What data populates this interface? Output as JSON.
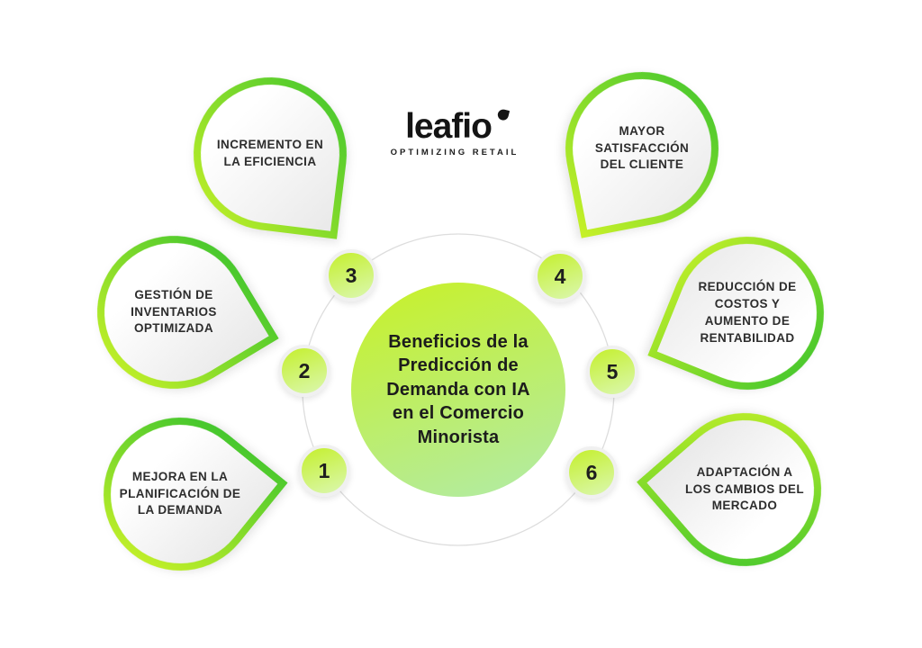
{
  "colors": {
    "lime": "#c8f128",
    "green": "#3cc42e",
    "center_fill_top": "#c7f12f",
    "center_fill_bottom": "#b2eba4",
    "ring_gray": "#dddddd",
    "text_dark": "#2d2d2d"
  },
  "logo": {
    "name": "leafio",
    "tagline": "OPTIMIZING RETAIL",
    "leaf_icon": "leaf-icon"
  },
  "center": {
    "title": "Beneficios de la\nPredicción de\nDemanda con IA\nen el Comercio\nMinorista"
  },
  "benefits": [
    {
      "number": "1",
      "label": "MEJORA EN LA\nPLANIFICACIÓN DE\nLA DEMANDA"
    },
    {
      "number": "2",
      "label": "GESTIÓN DE\nINVENTARIOS\nOPTIMIZADA"
    },
    {
      "number": "3",
      "label": "INCREMENTO EN\nLA EFICIENCIA"
    },
    {
      "number": "4",
      "label": "MAYOR\nSATISFACCIÓN\nDEL CLIENTE"
    },
    {
      "number": "5",
      "label": "REDUCCIÓN DE\nCOSTOS Y\nAUMENTO DE\nRENTABILIDAD"
    },
    {
      "number": "6",
      "label": "ADAPTACIÓN A\nLOS CAMBIOS DEL\nMERCADO"
    }
  ]
}
